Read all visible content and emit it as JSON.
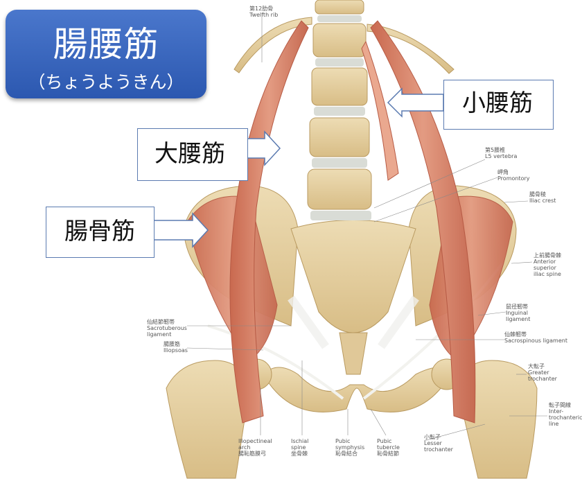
{
  "title": {
    "main": "腸腰筋",
    "reading": "（ちょうようきん）"
  },
  "callouts": {
    "psoas_minor": "小腰筋",
    "psoas_major": "大腰筋",
    "iliacus": "腸骨筋"
  },
  "labels": {
    "twelfth_rib": "第12肋骨\nTwelfth rib",
    "l5": "第5腰椎\nL5 vertebra",
    "promontory": "岬角\nPromontory",
    "iliac_crest": "腸骨稜\nIliac crest",
    "asis": "上前腸骨棘\nAnterior\nsuperior\niliac spine",
    "inguinal": "鼠径靭帯\nInguinal\nligament",
    "sacrospinous": "仙棘靭帯\nSacrospinous ligament",
    "greater_trochanter": "大転子\nGreater\ntrochanter",
    "intertrochanteric": "転子間線\nInter-\ntrochanteric\nline",
    "lesser_trochanter": "小転子\nLesser\ntrochanter",
    "sacrotuberous": "仙結節靭帯\nSacrotuberous\nligament",
    "iliopsoas": "腸腰筋\nIliopsoas",
    "iliopectineal": "Iliopectineal\narch\n腸恥筋膜弓",
    "ischial_spine": "Ischial\nspine\n坐骨棘",
    "pubic_symphysis": "Pubic\nsymphysis\n恥骨結合",
    "pubic_tubercle": "Pubic\ntubercle\n恥骨結節"
  },
  "colors": {
    "title_bg": "#3a66c0",
    "bone": "#e2cda0",
    "disc": "#d9dcd6",
    "muscle": "#d9826a",
    "callout_border": "#5a7ab0"
  }
}
